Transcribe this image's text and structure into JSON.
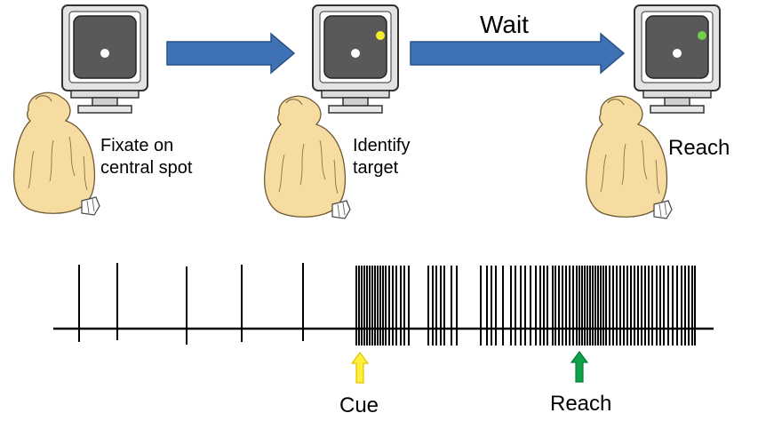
{
  "stages": [
    {
      "label_line1": "Fixate on",
      "label_line2": "central spot",
      "target_dot_color": ""
    },
    {
      "label_line1": "Identify",
      "label_line2": "target",
      "target_dot_color": "#f5ee2a"
    },
    {
      "label_line1": "Reach",
      "label_line2": "",
      "target_dot_color": "#6fcf4a"
    }
  ],
  "transition_label": "Wait",
  "markers": {
    "cue": {
      "label": "Cue",
      "color": "#ffef3a",
      "stroke": "#e0c400"
    },
    "reach": {
      "label": "Reach",
      "color": "#0fa14a",
      "stroke": "#0a7a38"
    }
  },
  "colors": {
    "arrow_fill": "#3f71b5",
    "arrow_stroke": "#2b5289",
    "screen": "#595959",
    "monkey": "#f6dca0",
    "spike": "#000000"
  }
}
